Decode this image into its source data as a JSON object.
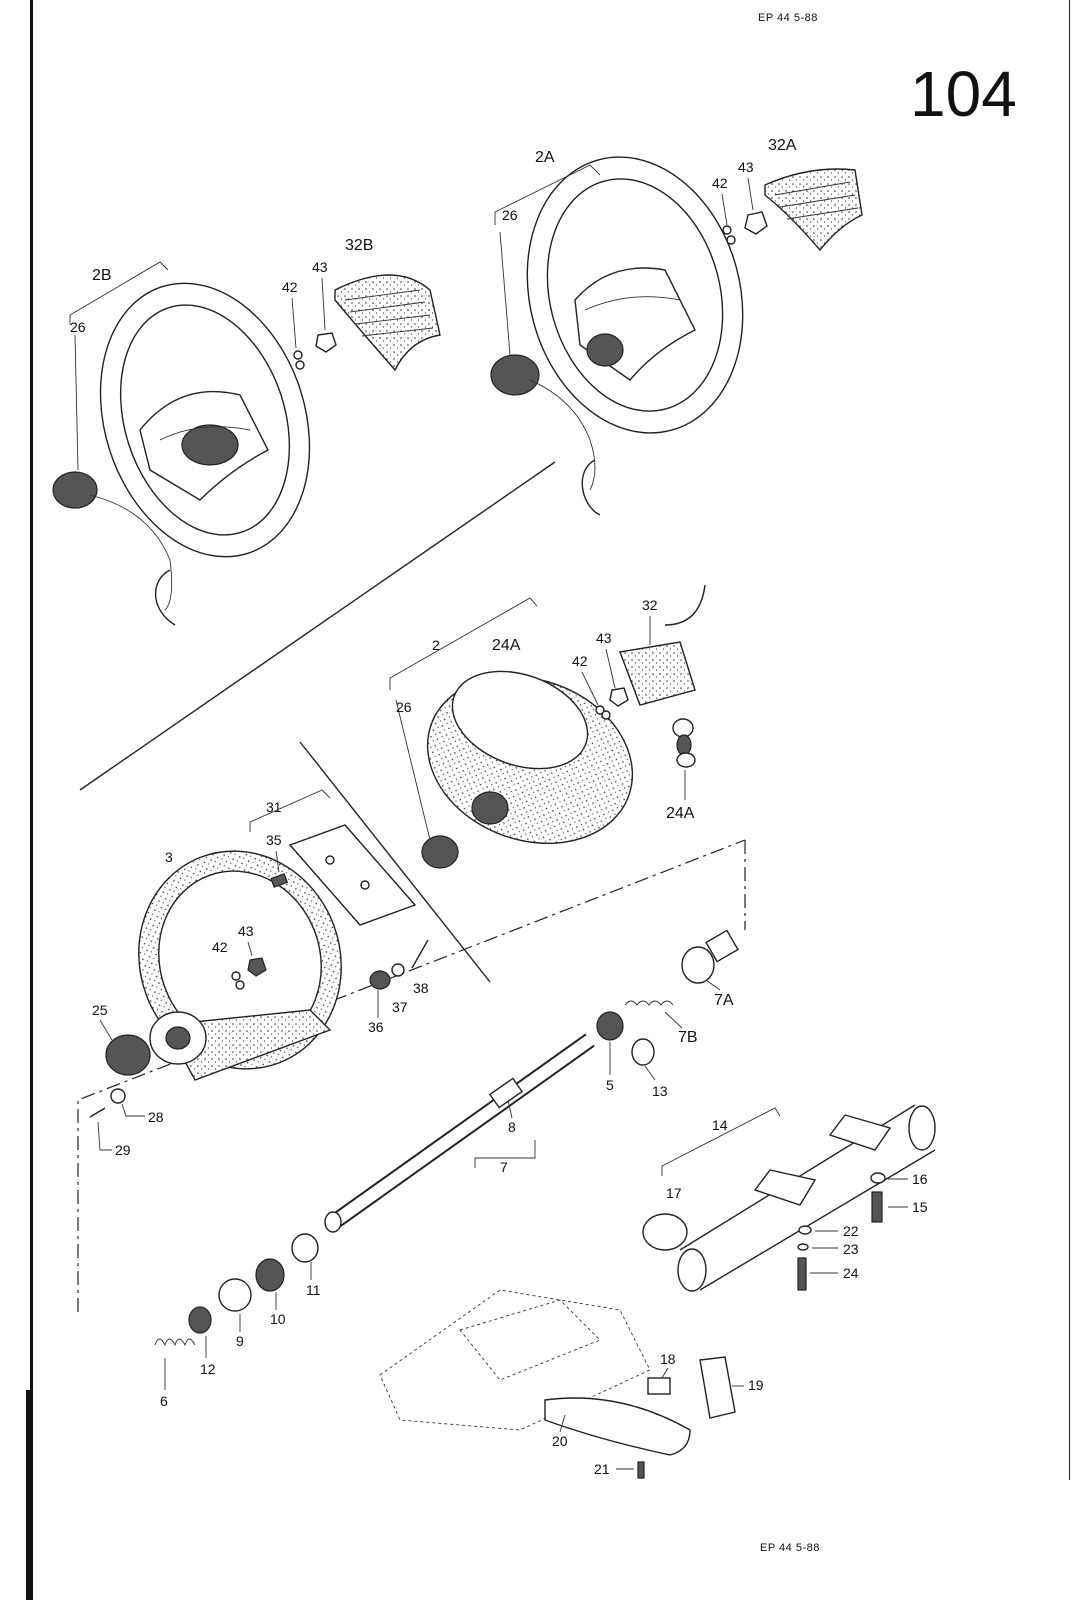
{
  "header": {
    "top": "EP 44     5-88",
    "bottom": "EP 44     5-88",
    "page": "104"
  },
  "callouts": {
    "c2B": "2B",
    "c26a": "26",
    "c42a": "42",
    "c43a": "43",
    "c32B": "32B",
    "c2A": "2A",
    "c26b": "26",
    "c42b": "42",
    "c43b": "43",
    "c32A": "32A",
    "c2": "2",
    "c24A": "24A",
    "c42c": "42",
    "c43c": "43",
    "c32": "32",
    "c26c": "26",
    "c24A2": "24A",
    "c31": "31",
    "c35": "35",
    "c3": "3",
    "c43d": "43",
    "c42d": "42",
    "c38": "38",
    "c37": "37",
    "c36": "36",
    "c25": "25",
    "c28": "28",
    "c29": "29",
    "c7A": "7A",
    "c7B": "7B",
    "c5": "5",
    "c13": "13",
    "c8": "8",
    "c7": "7",
    "c14": "14",
    "c16": "16",
    "c15": "15",
    "c17": "17",
    "c22": "22",
    "c23": "23",
    "c24": "24",
    "c11": "11",
    "c10": "10",
    "c9": "9",
    "c12": "12",
    "c6": "6",
    "c18": "18",
    "c19": "19",
    "c20": "20",
    "c21": "21"
  }
}
